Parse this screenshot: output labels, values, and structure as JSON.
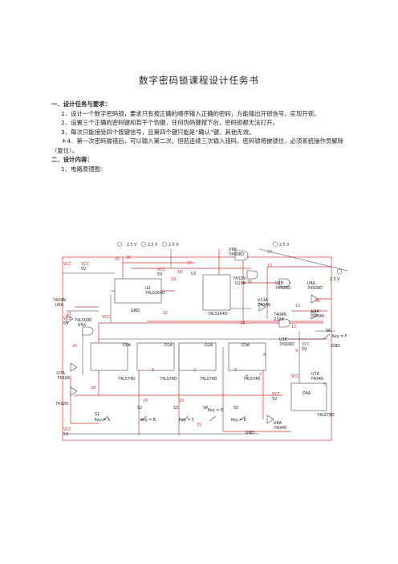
{
  "doc": {
    "title": "数字密码锁课程设计任务书",
    "sec1_heading": "一．设计任务与要求：",
    "req1": "1．设计一个数字密码锁，要求只有按正确的顺序输入正确的密码，方能输出开锁信号，实现开锁。",
    "req2": "2．设置三个正确的密码键和若干个伪键，任何伪码键按下后，密码锁都无法打开。",
    "req3": "3．每次只能接受四个按键信号，且第四个键只能是“确认”键，其他无效。",
    "req4": "＊4．第一次密码输错后，可以输入第二次，但若连续三次输入错码，密码锁将被锁住，必须系统操作员解除（复位）。",
    "sec2_heading": "二．设计内容：",
    "sub1": "1．电路原理图："
  },
  "schematic": {
    "vcc": "VCC",
    "v5": "5V",
    "v25": "2.5 V",
    "gnd": "GND",
    "u2": "U2",
    "ls164": "74LS164D",
    "u1": "U1",
    "u4": "U4A",
    "u5": "74LS00D",
    "u6": "U6A",
    "u7": "U7A",
    "u8": "U8A",
    "u9": "U9A",
    "u3": "U3D",
    "u3c": "U3C",
    "u11": "U11A",
    "u12": "U12A",
    "u10": "U10A",
    "u5a": "U5A",
    "ls08": "74S08D",
    "n04": "7404N",
    "n32": "7432N",
    "d0": "D0A",
    "d1": "D1A",
    "d2": "D2A",
    "d3": "D3A",
    "d4": "D4A",
    "ls74": "74LS74D",
    "s1": "S1",
    "s2": "S2",
    "s3": "S3",
    "s4": "S4",
    "s5": "S5",
    "s6": "S6",
    "keyA": "Key = A",
    "keyB": "Key = B",
    "keyC": "Key = C",
    "keyD": "Key = D",
    "keyE": "Key = E",
    "keyF": "Key = F",
    "n15": "15",
    "n17": "17",
    "n16": "16",
    "n26": "26",
    "n25": "25",
    "n27": "27",
    "n18": "18",
    "n19": "19",
    "n14": "14",
    "n21": "21",
    "n20": "20",
    "n22": "22",
    "n28": "28",
    "n29": "29",
    "n30": "30",
    "n31": "31",
    "n1": "1",
    "n2": "2",
    "n3": "3",
    "n4": "4",
    "n5": "5",
    "n7": "7",
    "n8": "8",
    "n9": "9",
    "n12": "12",
    "n13": "13"
  }
}
